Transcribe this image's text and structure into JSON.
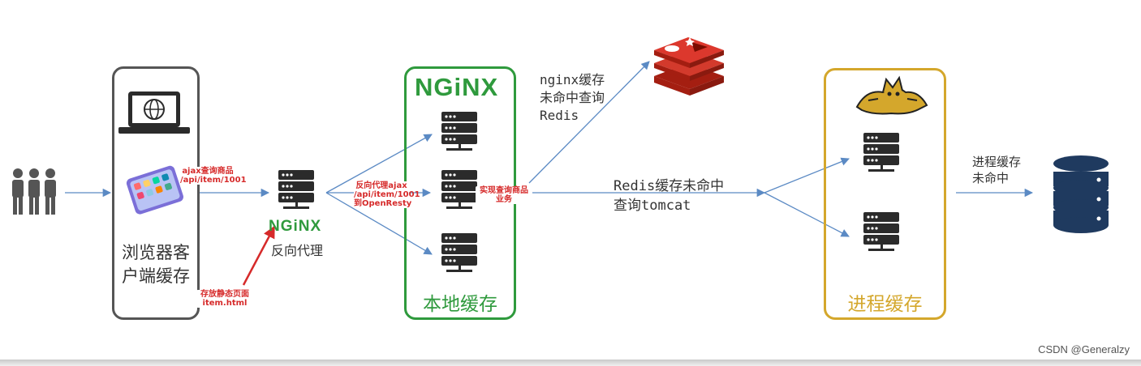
{
  "boxes": {
    "browser_label": "浏览器客户端缓存",
    "local_cache_label": "本地缓存",
    "process_cache_label": "进程缓存"
  },
  "nginx": {
    "logo_text": "NGiNX",
    "small_logo_text": "NGiNX",
    "reverse_proxy_label": "反向代理"
  },
  "notes": {
    "ajax_query": "ajax查询商品",
    "api_path": "/api/item/1001",
    "store_static": "存放静态页面",
    "item_html": "item.html",
    "proxy_ajax": "反向代理ajax",
    "proxy_api": "/api/item/1001",
    "to_openresty": "到OpenResty",
    "impl_query": "实现查询商品",
    "business": "业务",
    "nginx_miss_1": "nginx缓存",
    "nginx_miss_2": "未命中查询",
    "nginx_miss_3": "Redis",
    "redis_miss_1": "Redis缓存未命中",
    "redis_miss_2": "查询tomcat",
    "process_miss_1": "进程缓存",
    "process_miss_2": "未命中"
  },
  "watermark": "CSDN @Generalzy",
  "colors": {
    "nginx_green": "#2f9a3d",
    "tomcat_gold": "#d4a72c",
    "arrow_blue": "#5b8ac4",
    "note_red": "#d62a2a",
    "redis_red": "#d33a2c",
    "db_navy": "#1f3a5f",
    "server_dark": "#2b2b2b"
  }
}
